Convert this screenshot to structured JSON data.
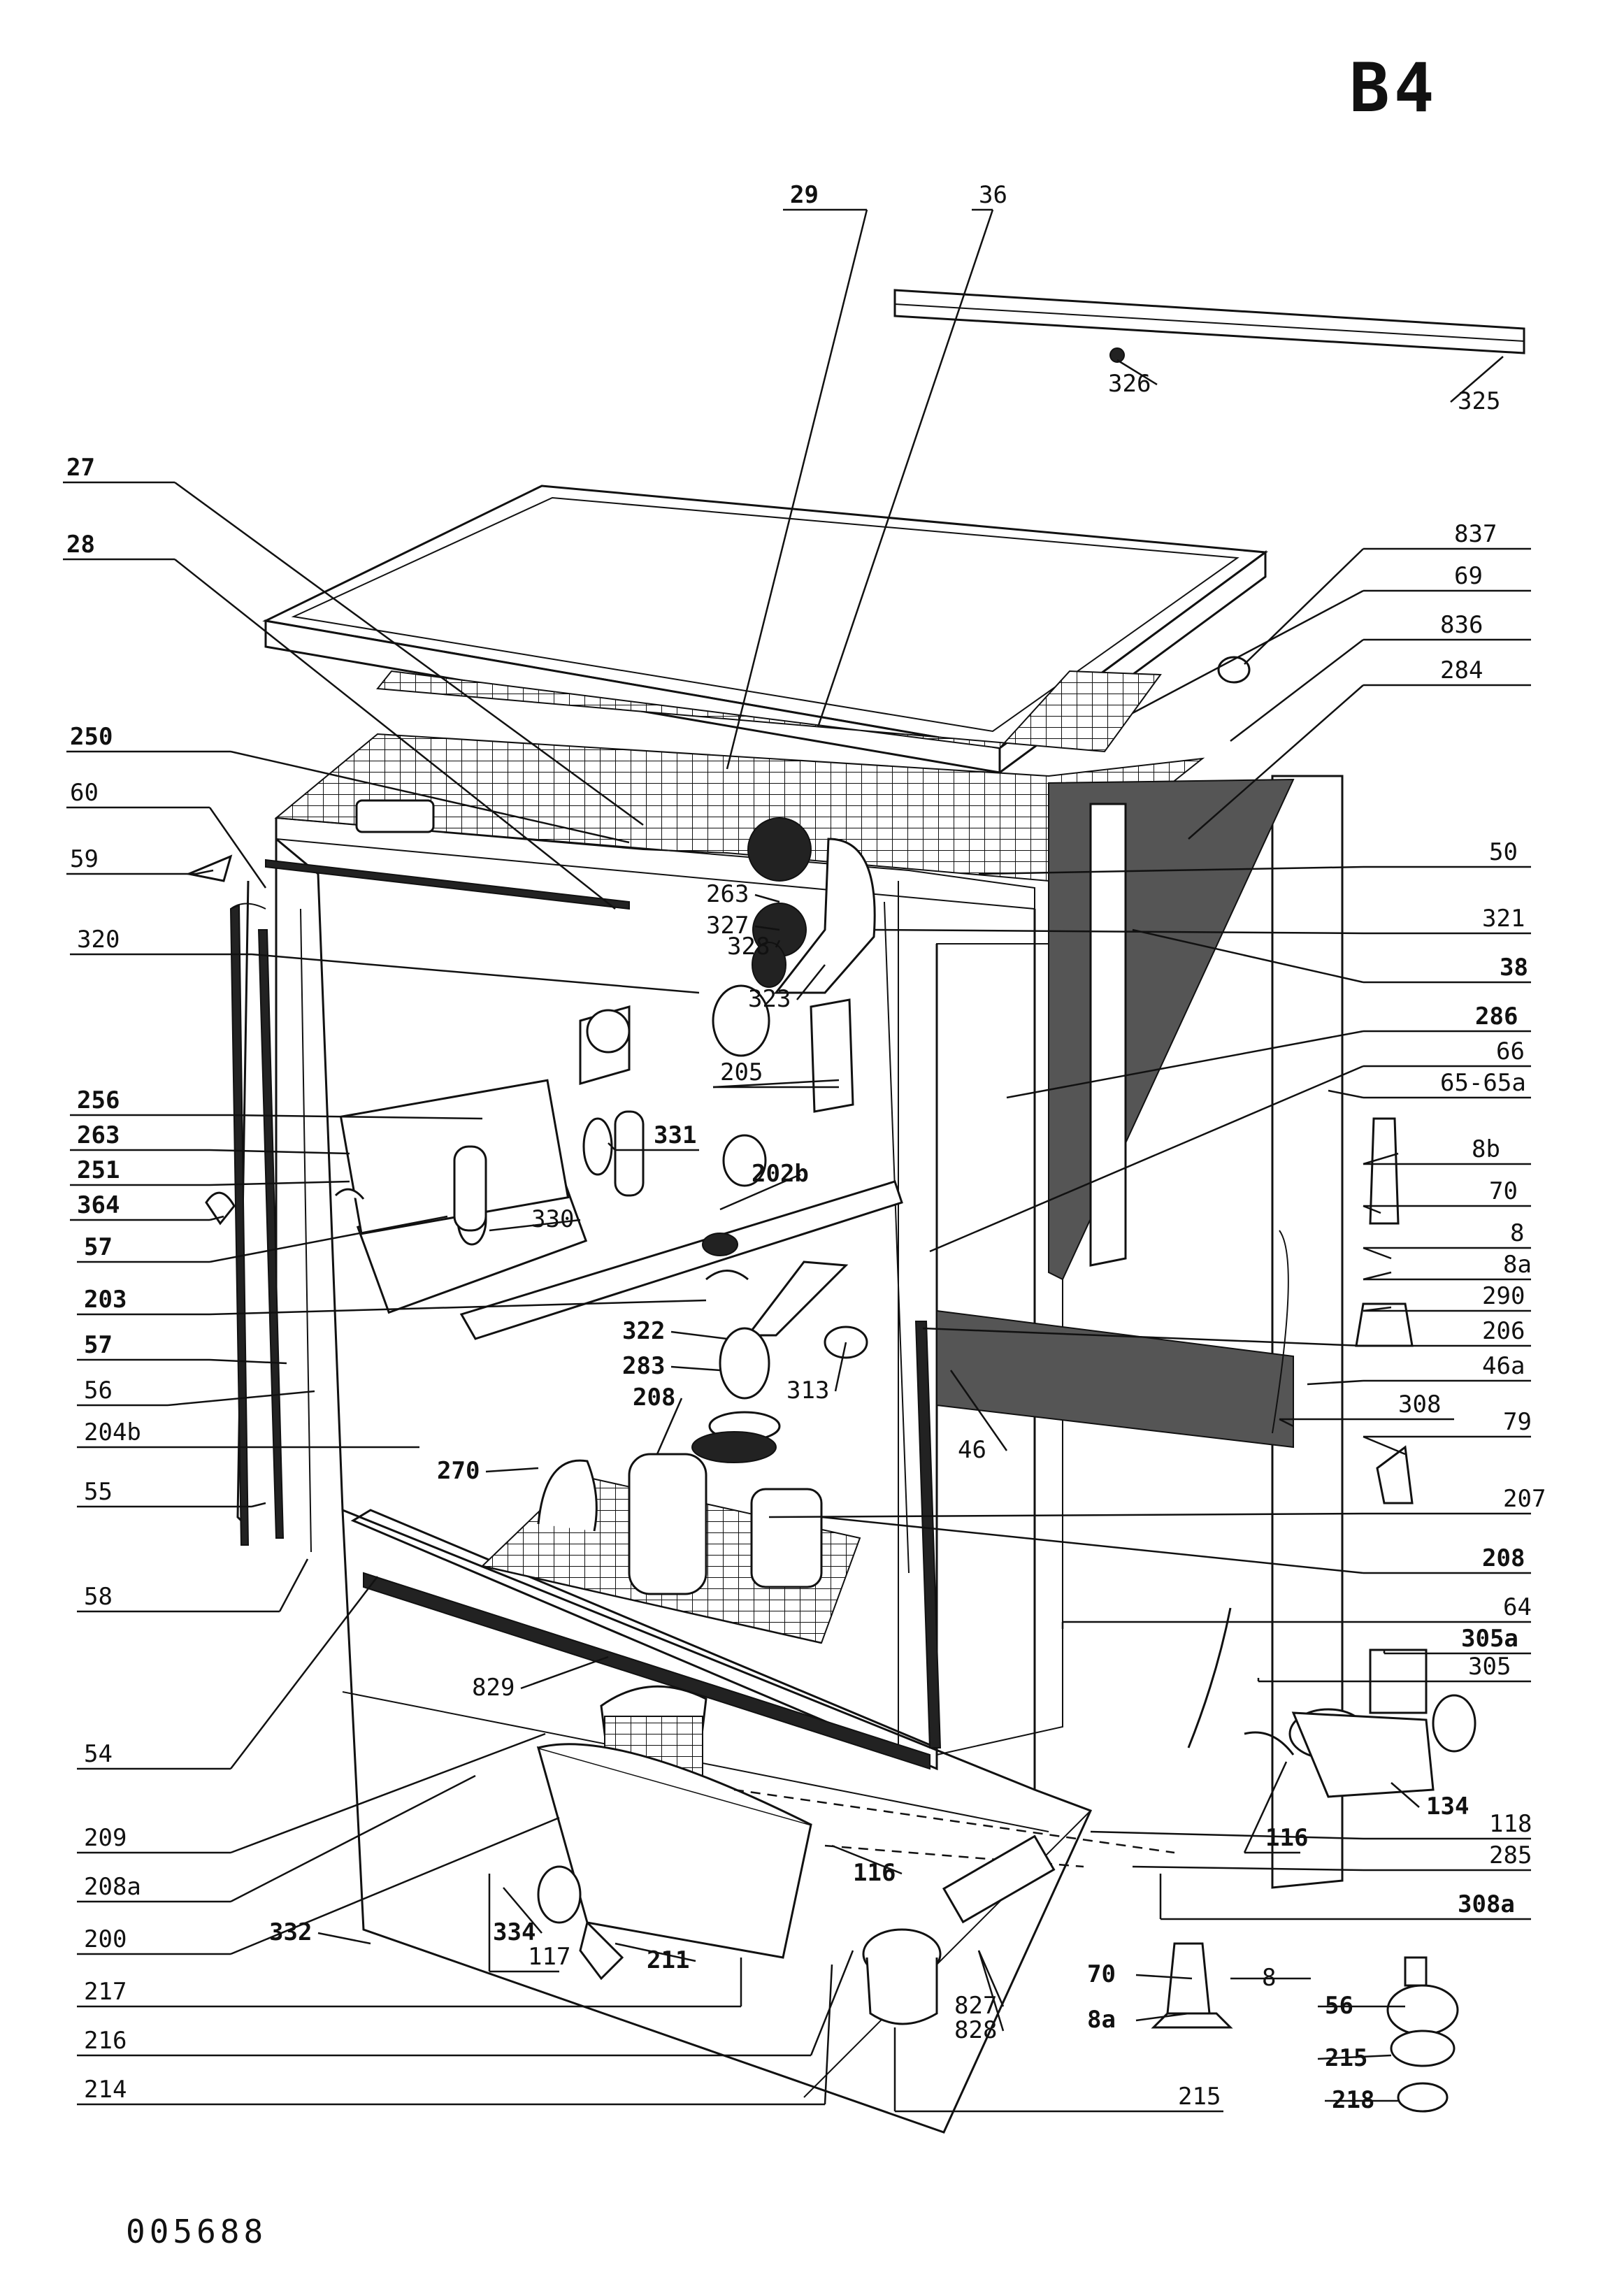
{
  "sheet_id": "B4",
  "document_number": "005688",
  "callouts": [
    {
      "text": "29",
      "bold": true,
      "side": "top"
    },
    {
      "text": "36",
      "bold": false,
      "side": "top"
    },
    {
      "text": "326",
      "bold": false,
      "side": "top"
    },
    {
      "text": "325",
      "bold": false,
      "side": "right"
    },
    {
      "text": "27",
      "bold": true,
      "side": "left"
    },
    {
      "text": "28",
      "bold": true,
      "side": "left"
    },
    {
      "text": "837",
      "bold": false,
      "side": "right"
    },
    {
      "text": "69",
      "bold": false,
      "side": "right"
    },
    {
      "text": "836",
      "bold": false,
      "side": "right"
    },
    {
      "text": "284",
      "bold": false,
      "side": "right"
    },
    {
      "text": "250",
      "bold": true,
      "side": "left"
    },
    {
      "text": "60",
      "bold": false,
      "side": "left"
    },
    {
      "text": "59",
      "bold": false,
      "side": "left"
    },
    {
      "text": "50",
      "bold": false,
      "side": "right"
    },
    {
      "text": "328",
      "bold": false,
      "side": "center"
    },
    {
      "text": "263",
      "bold": false,
      "side": "center"
    },
    {
      "text": "327",
      "bold": false,
      "side": "center"
    },
    {
      "text": "320",
      "bold": false,
      "side": "left"
    },
    {
      "text": "321",
      "bold": false,
      "side": "right"
    },
    {
      "text": "38",
      "bold": true,
      "side": "right"
    },
    {
      "text": "323",
      "bold": false,
      "side": "center"
    },
    {
      "text": "286",
      "bold": true,
      "side": "right"
    },
    {
      "text": "205",
      "bold": false,
      "side": "center"
    },
    {
      "text": "66",
      "bold": false,
      "side": "right"
    },
    {
      "text": "65-65a",
      "bold": false,
      "side": "right"
    },
    {
      "text": "256",
      "bold": true,
      "side": "left"
    },
    {
      "text": "263",
      "bold": true,
      "side": "left"
    },
    {
      "text": "331",
      "bold": true,
      "side": "center"
    },
    {
      "text": "251",
      "bold": true,
      "side": "left"
    },
    {
      "text": "202b",
      "bold": true,
      "side": "center"
    },
    {
      "text": "8b",
      "bold": false,
      "side": "right"
    },
    {
      "text": "364",
      "bold": true,
      "side": "left"
    },
    {
      "text": "330",
      "bold": false,
      "side": "center"
    },
    {
      "text": "70",
      "bold": false,
      "side": "right"
    },
    {
      "text": "57",
      "bold": true,
      "side": "left"
    },
    {
      "text": "8",
      "bold": false,
      "side": "right"
    },
    {
      "text": "8a",
      "bold": false,
      "side": "right"
    },
    {
      "text": "203",
      "bold": true,
      "side": "left"
    },
    {
      "text": "290",
      "bold": false,
      "side": "right"
    },
    {
      "text": "322",
      "bold": true,
      "side": "center"
    },
    {
      "text": "206",
      "bold": false,
      "side": "right"
    },
    {
      "text": "57",
      "bold": true,
      "side": "left"
    },
    {
      "text": "283",
      "bold": true,
      "side": "center"
    },
    {
      "text": "46a",
      "bold": false,
      "side": "right"
    },
    {
      "text": "56",
      "bold": false,
      "side": "left"
    },
    {
      "text": "208",
      "bold": true,
      "side": "center"
    },
    {
      "text": "313",
      "bold": false,
      "side": "center"
    },
    {
      "text": "308",
      "bold": false,
      "side": "right"
    },
    {
      "text": "204b",
      "bold": false,
      "side": "left"
    },
    {
      "text": "46",
      "bold": false,
      "side": "center"
    },
    {
      "text": "79",
      "bold": false,
      "side": "right"
    },
    {
      "text": "270",
      "bold": true,
      "side": "center"
    },
    {
      "text": "55",
      "bold": false,
      "side": "left"
    },
    {
      "text": "207",
      "bold": false,
      "side": "right"
    },
    {
      "text": "208",
      "bold": true,
      "side": "right"
    },
    {
      "text": "58",
      "bold": false,
      "side": "left"
    },
    {
      "text": "64",
      "bold": false,
      "side": "right"
    },
    {
      "text": "305a",
      "bold": true,
      "side": "right"
    },
    {
      "text": "305",
      "bold": false,
      "side": "right"
    },
    {
      "text": "829",
      "bold": false,
      "side": "center"
    },
    {
      "text": "54",
      "bold": false,
      "side": "left"
    },
    {
      "text": "134",
      "bold": true,
      "side": "right"
    },
    {
      "text": "209",
      "bold": false,
      "side": "left"
    },
    {
      "text": "116",
      "bold": true,
      "side": "right"
    },
    {
      "text": "118",
      "bold": false,
      "side": "right"
    },
    {
      "text": "116",
      "bold": true,
      "side": "center"
    },
    {
      "text": "285",
      "bold": false,
      "side": "right"
    },
    {
      "text": "208a",
      "bold": false,
      "side": "left"
    },
    {
      "text": "308a",
      "bold": true,
      "side": "right"
    },
    {
      "text": "200",
      "bold": false,
      "side": "left"
    },
    {
      "text": "332",
      "bold": true,
      "side": "left"
    },
    {
      "text": "334",
      "bold": true,
      "side": "center"
    },
    {
      "text": "117",
      "bold": false,
      "side": "center"
    },
    {
      "text": "211",
      "bold": true,
      "side": "center"
    },
    {
      "text": "70",
      "bold": true,
      "side": "center"
    },
    {
      "text": "8",
      "bold": false,
      "side": "center"
    },
    {
      "text": "217",
      "bold": false,
      "side": "left"
    },
    {
      "text": "827",
      "bold": false,
      "side": "center"
    },
    {
      "text": "828",
      "bold": false,
      "side": "center"
    },
    {
      "text": "8a",
      "bold": true,
      "side": "center"
    },
    {
      "text": "56",
      "bold": true,
      "side": "right"
    },
    {
      "text": "216",
      "bold": false,
      "side": "left"
    },
    {
      "text": "215",
      "bold": true,
      "side": "right"
    },
    {
      "text": "214",
      "bold": false,
      "side": "left"
    },
    {
      "text": "215",
      "bold": false,
      "side": "center"
    },
    {
      "text": "218",
      "bold": true,
      "side": "right"
    }
  ]
}
